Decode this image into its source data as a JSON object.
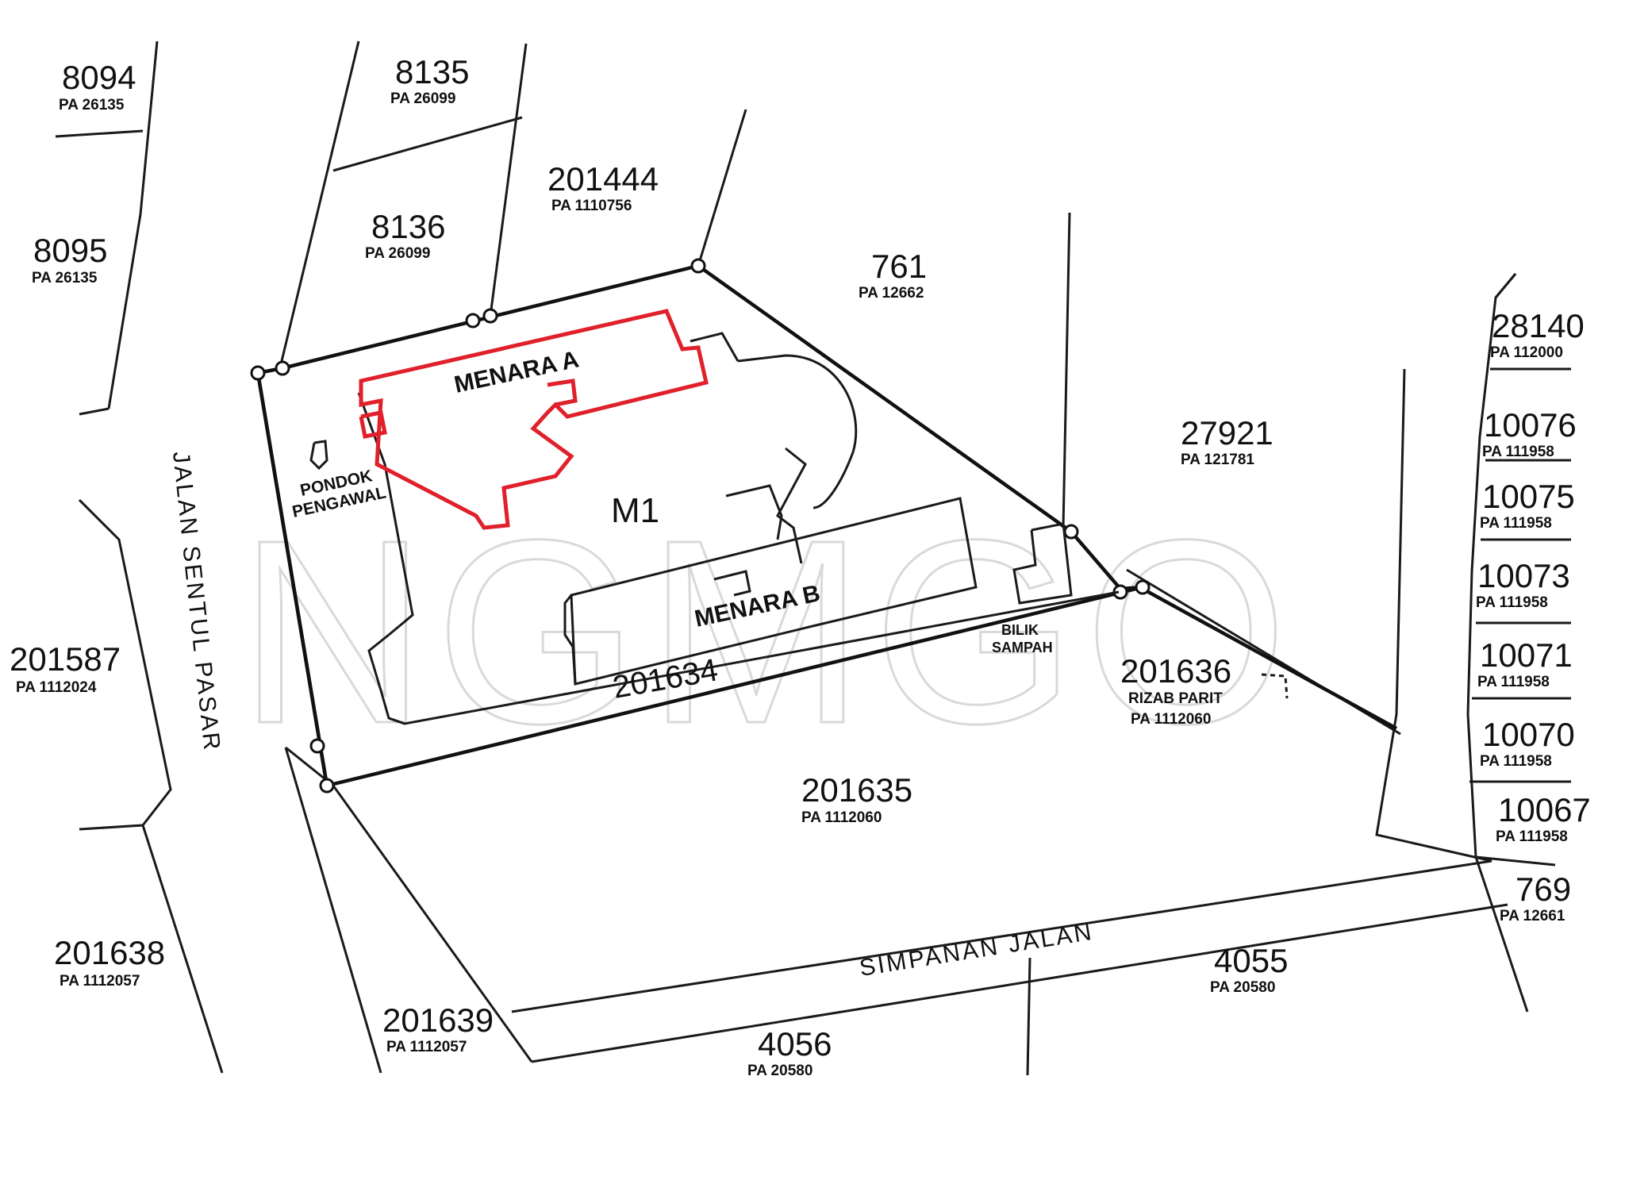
{
  "watermark": "NGMGO",
  "roads": {
    "jalan_sentul_pasar": "JALAN SENTUL PASAR",
    "simpanan_jalan": "SIMPANAN JALAN"
  },
  "buildings": {
    "menara_a": "MENARA A",
    "menara_b": "MENARA B",
    "m1": "M1",
    "pondok_line1": "PONDOK",
    "pondok_line2": "PENGAWAL",
    "bilik_line1": "BILIK",
    "bilik_line2": "SAMPAH"
  },
  "lots": [
    {
      "no": "8094",
      "pa": "PA 26135"
    },
    {
      "no": "8135",
      "pa": "PA 26099"
    },
    {
      "no": "201444",
      "pa": "PA 1110756"
    },
    {
      "no": "8136",
      "pa": "PA 26099"
    },
    {
      "no": "8095",
      "pa": "PA 26135"
    },
    {
      "no": "761",
      "pa": "PA 12662"
    },
    {
      "no": "28140",
      "pa": "PA 112000"
    },
    {
      "no": "10076",
      "pa": "PA 111958"
    },
    {
      "no": "10075",
      "pa": "PA 111958"
    },
    {
      "no": "10073",
      "pa": "PA 111958"
    },
    {
      "no": "10071",
      "pa": "PA 111958"
    },
    {
      "no": "10070",
      "pa": "PA 111958"
    },
    {
      "no": "10067",
      "pa": "PA 111958"
    },
    {
      "no": "769",
      "pa": "PA 12661"
    },
    {
      "no": "27921",
      "pa": "PA 121781"
    },
    {
      "no": "201587",
      "pa": "PA 1112024"
    },
    {
      "no": "201635",
      "pa": "PA 1112060"
    },
    {
      "no": "201638",
      "pa": "PA 1112057"
    },
    {
      "no": "201639",
      "pa": "PA 1112057"
    },
    {
      "no": "4055",
      "pa": "PA 20580"
    },
    {
      "no": "4056",
      "pa": "PA 20580"
    }
  ],
  "lot_201634": "201634",
  "lot_201636": {
    "no": "201636",
    "sub": "RIZAB PARIT",
    "pa": "PA 1112060"
  }
}
